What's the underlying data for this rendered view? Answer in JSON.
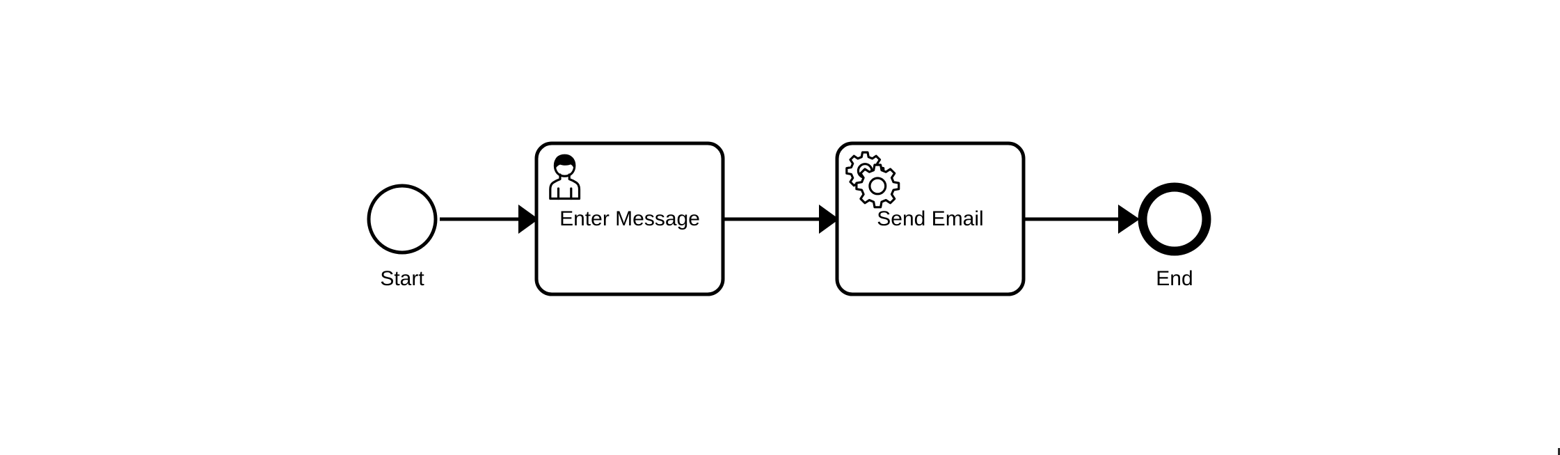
{
  "diagram": {
    "type": "bpmn-process",
    "title": "BPMN Process Diagram",
    "background_color": "#ffffff",
    "stroke_color": "#000000",
    "fill_color": "#ffffff"
  },
  "nodes": {
    "start_event": {
      "label": "Start",
      "type": "start-event",
      "icon": "circle-thin-outline"
    },
    "task_user": {
      "label": "Enter Message",
      "type": "user-task",
      "icon": "user-icon"
    },
    "task_service": {
      "label": "Send Email",
      "type": "service-task",
      "icon": "gear-icon"
    },
    "end_event": {
      "label": "End",
      "type": "end-event",
      "icon": "circle-thick-outline"
    }
  },
  "flows": [
    {
      "name": "flow-start-to-enter-message",
      "from": "start_event",
      "to": "task_user"
    },
    {
      "name": "flow-enter-message-to-send-email",
      "from": "task_user",
      "to": "task_service"
    },
    {
      "name": "flow-send-email-to-end",
      "from": "task_service",
      "to": "end_event"
    }
  ]
}
